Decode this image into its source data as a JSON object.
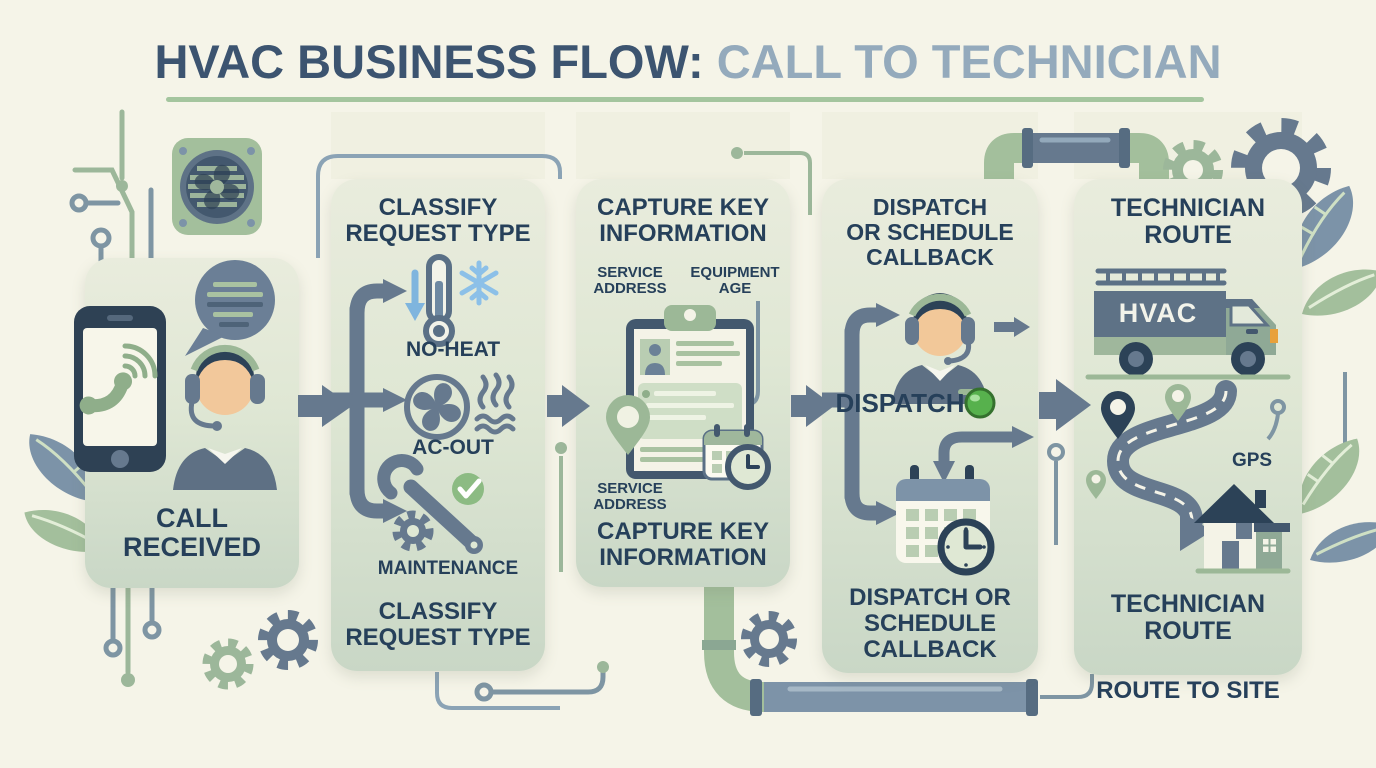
{
  "title": {
    "primary": "HVAC BUSINESS FLOW:",
    "secondary": " CALL TO TECHNICIAN"
  },
  "accent_colors": {
    "background": "#f5f4e8",
    "panel_green": "#dfe7d4",
    "navy_text": "#26405a",
    "slate_arrow": "#66798e",
    "leaf_green": "#a3bf9c",
    "leaf_blue": "#7c93a8",
    "cold_blue": "#7fb5de",
    "status_green_dot": "#57b14d",
    "title_accent_line": "#a4c59e"
  },
  "panel_call": {
    "label": "CALL\nRECEIVED"
  },
  "panel_classify": {
    "heading": "CLASSIFY\nREQUEST TYPE",
    "branch_no_heat": "NO-HEAT",
    "branch_ac_out": "AC-OUT",
    "branch_maintenance": "MAINTENANCE",
    "footer": "CLASSIFY\nREQUEST TYPE"
  },
  "panel_capture": {
    "heading": "CAPTURE KEY\nINFORMATION",
    "service_address": "SERVICE\nADDRESS",
    "equipment_age": "EQUIPMENT\nAGE",
    "service_address_small": "SERVICE\nADDRESS",
    "footer": "CAPTURE KEY\nINFORMATION"
  },
  "panel_dispatch": {
    "heading": "DISPATCH\nOR SCHEDULE\nCALLBACK",
    "dispatch_label": "DISPATCH",
    "footer": "DISPATCH OR\nSCHEDULE\nCALLBACK"
  },
  "panel_route": {
    "heading": "TECHNICIAN\nROUTE",
    "van_text": "HVAC",
    "gps_label": "GPS",
    "footer": "TECHNICIAN\nROUTE",
    "route_to_site": "ROUTE TO SITE"
  }
}
